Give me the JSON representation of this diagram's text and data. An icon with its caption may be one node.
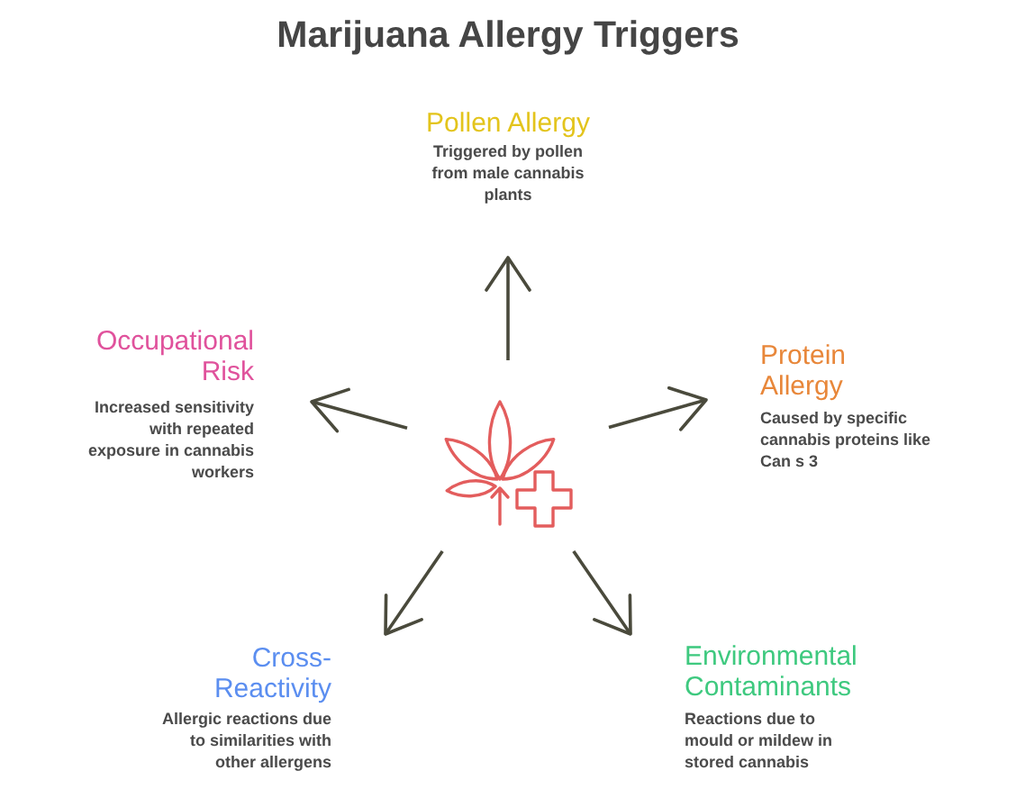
{
  "diagram": {
    "title": "Marijuana Allergy Triggers",
    "nodes": [
      {
        "text": [
          "Pollen Allergy",
          "Triggered by pollen from male cannabis plants"
        ]
      },
      {
        "text": [
          "Occupational Risk",
          "Increased sensitivity with repeated exposure in cannabis workers"
        ]
      },
      {
        "text": [
          "Protein Allergy",
          "Caused by specific cannabis proteins like Can s 3"
        ]
      },
      {
        "text": [],
        "shape": "picture"
      },
      {
        "text": [
          "Cross-Reactivity",
          "Allergic reactions due to similarities with other allergens"
        ]
      },
      {
        "text": [
          "Environmental Contaminants",
          "Reactions due to mould or mildew in stored cannabis"
        ]
      }
    ],
    "edges": [
      {
        "from": 3,
        "to": 0,
        "arrow": "to"
      },
      {
        "from": 3,
        "to": 1,
        "arrow": "to"
      },
      {
        "from": 3,
        "to": 2,
        "arrow": "to"
      },
      {
        "from": 3,
        "to": 4,
        "arrow": "to"
      },
      {
        "from": 3,
        "to": 5,
        "arrow": "to"
      }
    ]
  }
}
